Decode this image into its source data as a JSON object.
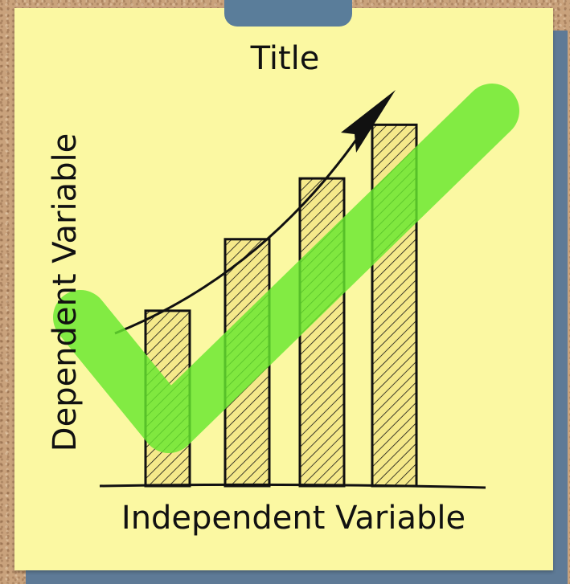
{
  "chart_data": {
    "type": "bar",
    "title": "Title",
    "xlabel": "Independent Variable",
    "ylabel": "Dependent Variable",
    "categories": [],
    "values": [
      49,
      69,
      86,
      101
    ],
    "ylim": [
      0,
      115
    ],
    "grid": false,
    "legend": "none",
    "annotations": [
      "upward trend arrow",
      "green checkmark"
    ]
  },
  "colors": {
    "background": "#c9a27c",
    "note": "#fbf8a2",
    "back_note": "#5e7a96",
    "tape": "#5a7d9a",
    "bar_fill": "#f5e98a",
    "ink": "#111111",
    "check": "#66e82e"
  }
}
